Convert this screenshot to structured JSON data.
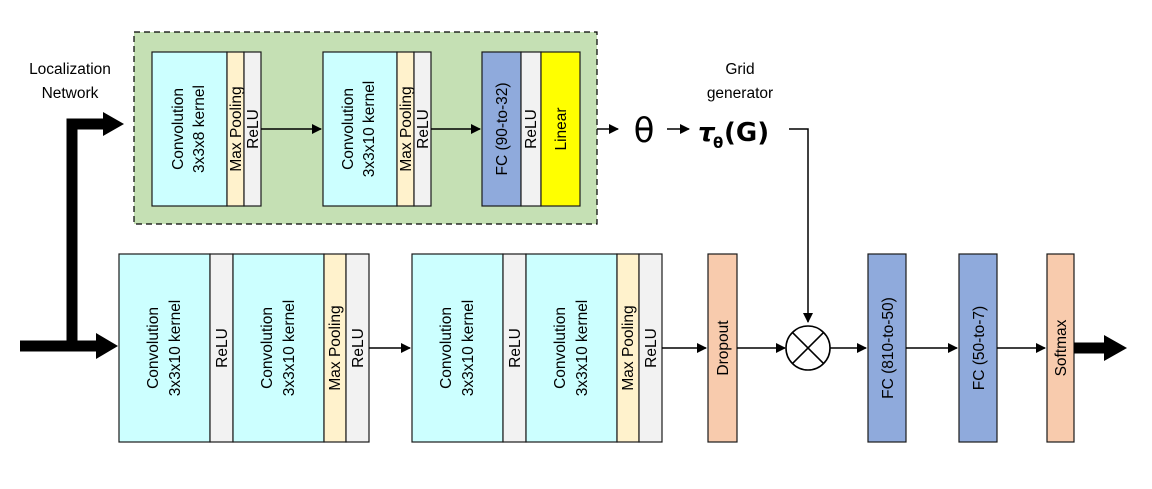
{
  "localization": {
    "label_line1": "Localization",
    "label_line2": "Network",
    "conv1_line1": "Convolution",
    "conv1_line2": "3x3x8 kernel",
    "conv2_line1": "Convolution",
    "conv2_line2": "3x3x10 kernel",
    "max_pooling": "Max Pooling",
    "relu": "ReLU",
    "fc": "FC (90-to-32)",
    "linear": "Linear"
  },
  "theta": "θ",
  "grid_generator": {
    "label_line1": "Grid",
    "label_line2": "generator",
    "tau": "τ",
    "tau_sub": "θ",
    "tau_arg": "(G)"
  },
  "main": {
    "conv_line1": "Convolution",
    "conv_line2": "3x3x10 kernel",
    "relu": "ReLU",
    "max_pooling": "Max Pooling",
    "dropout": "Dropout",
    "fc1": "FC (810-to-50)",
    "fc2": "FC (50-to-7)",
    "softmax": "Softmax"
  },
  "colors": {
    "conv": "#ccffff",
    "maxpool": "#fff2cc",
    "relu": "#f2f2f2",
    "fc": "#8faadc",
    "linear": "#ffff00",
    "dropout": "#f8cbad",
    "localization_bg": "#c5e0b4"
  }
}
